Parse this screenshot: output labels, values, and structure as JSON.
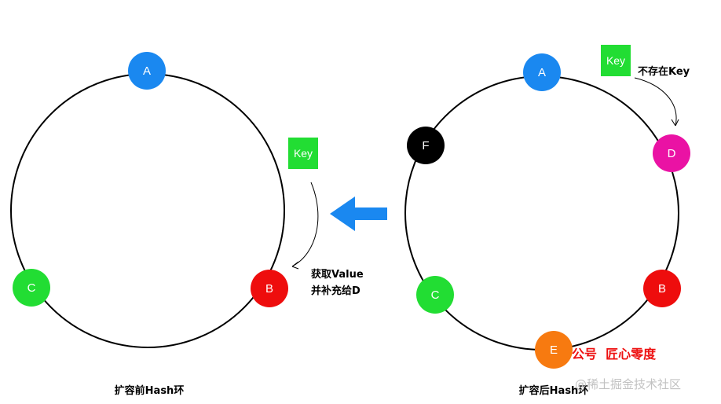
{
  "left": {
    "caption": "扩容前Hash环",
    "nodes": [
      {
        "label": "A",
        "color": "#1a88f0"
      },
      {
        "label": "B",
        "color": "#ee0d0d"
      },
      {
        "label": "C",
        "color": "#22dd33"
      }
    ],
    "key": {
      "label": "Key",
      "color": "#22dd33"
    },
    "note_line1": "获取Value",
    "note_line2": "并补充给D"
  },
  "right": {
    "caption": "扩容后Hash环",
    "nodes": [
      {
        "label": "A",
        "color": "#1a88f0"
      },
      {
        "label": "D",
        "color": "#ea12a4"
      },
      {
        "label": "B",
        "color": "#ee0d0d"
      },
      {
        "label": "E",
        "color": "#f77a10"
      },
      {
        "label": "C",
        "color": "#22dd33"
      },
      {
        "label": "F",
        "color": "#000000"
      }
    ],
    "key": {
      "label": "Key",
      "color": "#22dd33"
    },
    "note": "不存在Key"
  },
  "arrow_color": "#1a88f0",
  "watermark_red": "公号  匠心零度",
  "watermark_gray": "@稀土掘金技术社区"
}
